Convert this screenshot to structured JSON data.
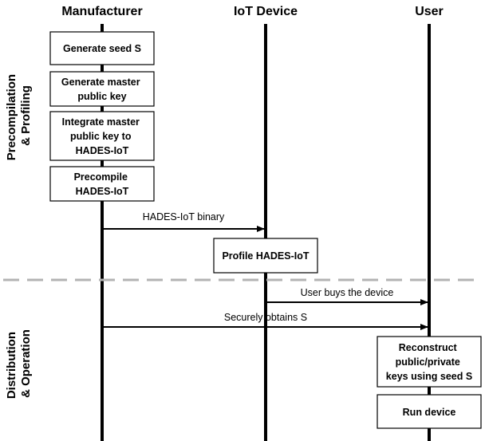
{
  "columns": {
    "manufacturer": "Manufacturer",
    "iot_device": "IoT Device",
    "user": "User"
  },
  "phases": {
    "precompilation": [
      "Precompilation",
      "& Profiling"
    ],
    "distribution": [
      "Distribution",
      "& Operation"
    ]
  },
  "steps": {
    "generate_seed": [
      "Generate seed S"
    ],
    "generate_master_key": [
      "Generate master",
      "public key"
    ],
    "integrate_master_key": [
      "Integrate master",
      "public key to",
      "HADES-IoT"
    ],
    "precompile": [
      "Precompile",
      "HADES-IoT"
    ],
    "profile": [
      "Profile HADES-IoT"
    ],
    "reconstruct_keys": [
      "Reconstruct",
      "public/private",
      "keys using seed S"
    ],
    "run_device": [
      "Run device"
    ]
  },
  "messages": {
    "binary": "HADES-IoT binary",
    "buys_device": "User buys the device",
    "obtains_seed": "Securely obtains S"
  },
  "colors": {
    "line": "#000000",
    "separator": "#b3b3b3"
  }
}
